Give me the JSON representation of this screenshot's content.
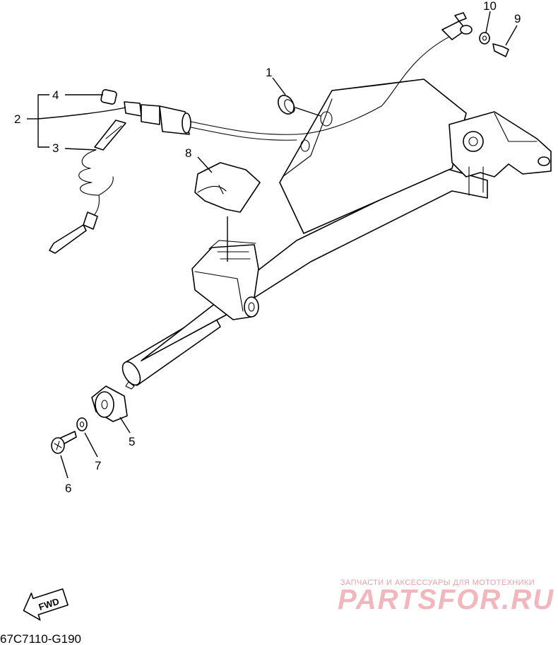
{
  "callouts": {
    "c1": "1",
    "c2": "2",
    "c3": "3",
    "c4": "4",
    "c5": "5",
    "c6": "6",
    "c7": "7",
    "c8": "8",
    "c9": "9",
    "c10": "10"
  },
  "fwd_label": "FWD",
  "drawing_code": "67C7110-G190",
  "watermark": {
    "tagline": "ЗАПЧАСТИ И АКСЕССУАРЫ ДЛЯ МОТОТЕХНИКИ",
    "brand": "PARTSFOR.RU"
  }
}
